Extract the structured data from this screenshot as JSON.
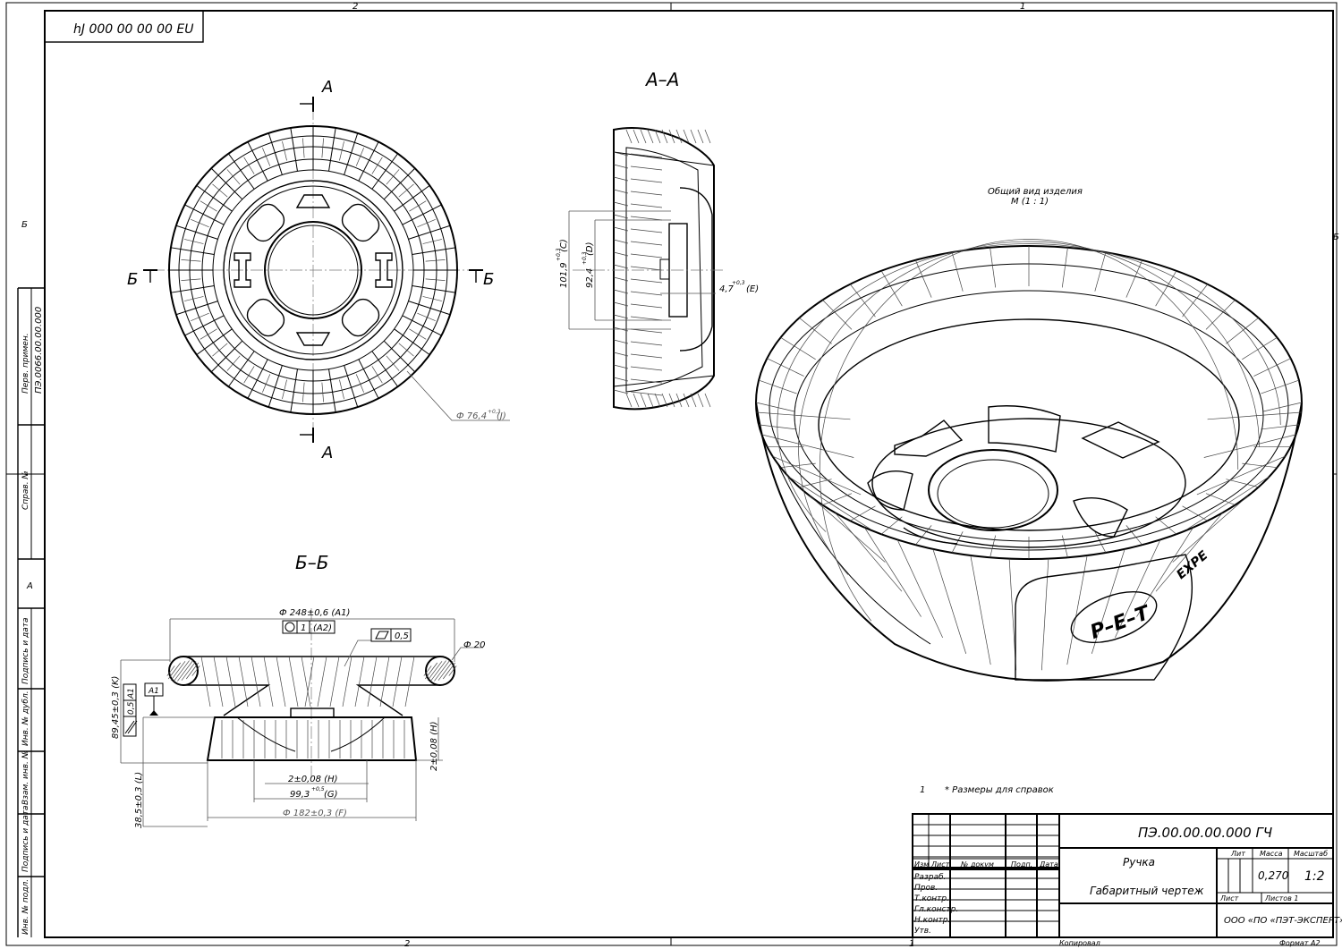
{
  "sheet": {
    "zone_top": [
      "2",
      "1"
    ],
    "zone_bottom": [
      "2",
      "1"
    ],
    "zone_left": [
      "Б",
      "А"
    ],
    "zone_right": [
      "Б"
    ],
    "stamp_code": "hJ 000 00 00 00 EU"
  },
  "left_strip": {
    "perv_primen_label": "Перв. примен.",
    "perv_primen_value": "ПЭ.0066.00.00.000",
    "sprav_label": "Справ. №",
    "podp_data_1": "Подпись и дата",
    "inv_dubl": "Инв. № дубл.",
    "vzam_inv": "Взам. инв. №",
    "podp_data_2": "Подпись и дата",
    "inv_podl": "Инв. № подл."
  },
  "views": {
    "front": {
      "cut_label_a": "А",
      "cut_label_b": "Б",
      "dia_text": "Ф 76,4",
      "dia_tol": "+0,3",
      "dia_ref": "(J)"
    },
    "section_aa": {
      "title": "А–А",
      "dim1": "101,9",
      "dim1_tol": "+0,3",
      "dim1_ref": "(C)",
      "dim2": "92,4",
      "dim2_tol": "+0,3",
      "dim2_ref": "(D)",
      "dim3": "4,7",
      "dim3_tol": "+0,3",
      "dim3_ref": "(E)"
    },
    "section_bb": {
      "title": "Б–Б",
      "dia_top": "Ф 248±0,6 (A1)",
      "runout_val": "1",
      "runout_ref": "(A2)",
      "flat_val": "0,5",
      "dia_bead": "Ф 20",
      "datum": "A1",
      "parallel_val": "0,5",
      "parallel_ref": "A1",
      "height": "89,45±0,3 (K)",
      "base_height": "38,5±0,3 (L)",
      "right_dim": "2±0,08 (H)",
      "dim_h": "2±0,08 (H)",
      "dim_g": "99,3",
      "dim_g_tol": "+0,5",
      "dim_g_ref": "(G)",
      "dim_f": "Ф 182±0,3 (F)"
    },
    "iso": {
      "title": "Общий вид изделия",
      "scale": "М (1 : 1)",
      "logo": "P–E–T",
      "logo_tail": "EXPE"
    }
  },
  "note": {
    "number": "1",
    "text": "* Размеры для справок"
  },
  "title_block": {
    "designation": "ПЭ.00.00.00.000 ГЧ",
    "name_line1": "Ручка",
    "name_line2": "Габаритный чертеж",
    "col_izm": "Изм",
    "col_list": "Лист",
    "col_doc": "№ докум",
    "col_podp": "Подп.",
    "col_data": "Дата",
    "row_razrab": "Разраб.",
    "row_prov": "Пров.",
    "row_tkontr": "Т.контр.",
    "row_glkonstr": "Гл.констр.",
    "row_nkontr": "Н.контр.",
    "row_utv": "Утв.",
    "lit_label": "Лит",
    "massa_label": "Масса",
    "masshtab_label": "Масштаб",
    "massa_value": "0,270",
    "masshtab_value": "1:2",
    "list_label": "Лист",
    "listov_label": "Листов 1",
    "company": "ООО «ПО «ПЭТ-ЭКСПЕРТ»",
    "kopiroval": "Копировал",
    "format": "Формат А2",
    "bottom_one": "1"
  }
}
